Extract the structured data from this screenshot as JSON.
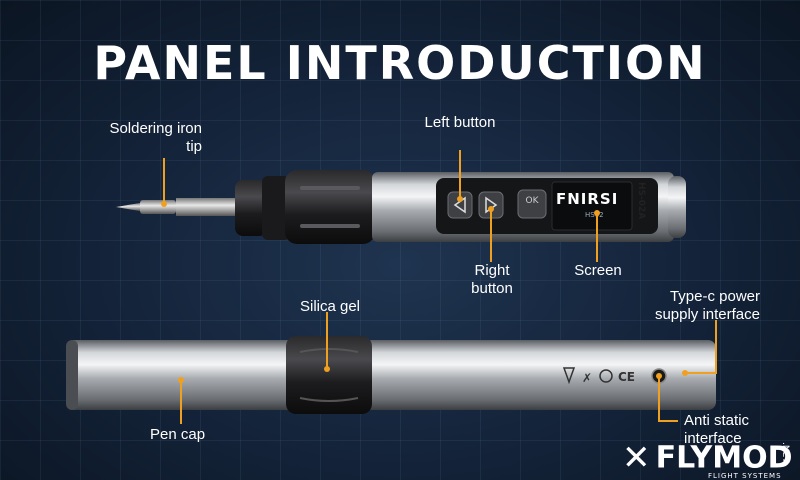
{
  "title": "PANEL INTRODUCTION",
  "labels": {
    "tip": "Soldering iron tip",
    "left_button": "Left button",
    "right_button": "Right button",
    "screen": "Screen",
    "silica_gel": "Silica gel",
    "typec": "Type-c power supply interface",
    "pen_cap": "Pen cap",
    "anti_static": "Anti static interface"
  },
  "device": {
    "brand": "FNIRSI",
    "model": "HS-02A",
    "screen_model": "HS02",
    "ok_label": "OK"
  },
  "watermark": {
    "name": "FLYMOD",
    "tld": ".NET",
    "tagline": "FLIGHT SYSTEMS"
  },
  "colors": {
    "accent": "#f0a020",
    "background": "#132238"
  }
}
